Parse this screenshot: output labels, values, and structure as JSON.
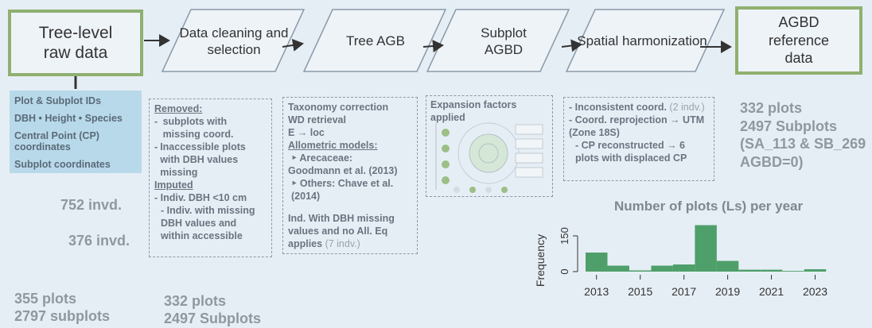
{
  "flow": {
    "start": "Tree-level raw data",
    "steps": [
      "Data cleaning and selection",
      "Tree AGB",
      "Subplot AGBD",
      "Spatial harmonization"
    ],
    "end": "AGBD reference data"
  },
  "raw_panel": [
    "Plot & Subplot IDs",
    "DBH • Height • Species",
    "Central Point (CP) coordinates",
    "Subplot coordinates"
  ],
  "cleaning": {
    "removed_title": "Removed:",
    "removed_items": [
      "subplots with missing coord.",
      "Inaccessible plots with DBH values missing"
    ],
    "imputed_title": "Imputed",
    "imputed_items": [
      "- Indiv. DBH <10  cm",
      "-  Indiv. with missing DBH values and within accessible"
    ]
  },
  "tree_agb": {
    "line1": "Taxonomy correction",
    "line2": "WD retrieval",
    "line3": "E → loc",
    "models_title": "Allometric models:",
    "model1a": "‣ Arecaceae:",
    "model1b": "Goodmann et al. (2013)",
    "model2": "‣ Others: Chave et al. (2014)",
    "note": "Ind. With DBH missing values and no All. Eq applies",
    "note_count": "(7 indv.)"
  },
  "subplot": {
    "title": "Expansion factors applied"
  },
  "spatial": {
    "item1": "- Inconsistent coord.",
    "item1_count": "(2 indv.)",
    "item2": "- Coord. reprojection → UTM (Zone 18S)",
    "item3": "-  CP reconstructed → 6 plots with displaced CP"
  },
  "summary_right": {
    "plots": "332 plots",
    "subplots": "2497 Subplots",
    "note1": "(SA_113 & SB_269",
    "note2": "AGBD=0)"
  },
  "counts": {
    "c752": "752 invd.",
    "c376": "376 invd.",
    "plots_355": "355 plots",
    "subplots_2797": "2797 subplots",
    "plots_332": "332 plots",
    "subplots_2497": "2497 Subplots"
  },
  "chart_data": {
    "type": "bar",
    "title": "Number of plots (Ls) per year",
    "ylabel": "Frequency",
    "xlabel": "",
    "x_ticks": [
      2013,
      2015,
      2017,
      2019,
      2021,
      2023
    ],
    "y_ticks": [
      0,
      150
    ],
    "ylim": [
      0,
      200
    ],
    "xlim": [
      2012.5,
      2024
    ],
    "bins": [
      {
        "start": 2012.5,
        "end": 2013.5,
        "value": 80
      },
      {
        "start": 2013.5,
        "end": 2014.5,
        "value": 25
      },
      {
        "start": 2014.5,
        "end": 2015.5,
        "value": 5
      },
      {
        "start": 2015.5,
        "end": 2016.5,
        "value": 25
      },
      {
        "start": 2016.5,
        "end": 2017.5,
        "value": 30
      },
      {
        "start": 2017.5,
        "end": 2018.5,
        "value": 195
      },
      {
        "start": 2018.5,
        "end": 2019.5,
        "value": 45
      },
      {
        "start": 2019.5,
        "end": 2020.5,
        "value": 8
      },
      {
        "start": 2020.5,
        "end": 2021.5,
        "value": 8
      },
      {
        "start": 2021.5,
        "end": 2022.5,
        "value": 3
      },
      {
        "start": 2022.5,
        "end": 2023.5,
        "value": 10
      }
    ],
    "color": "#4f9f6a"
  }
}
